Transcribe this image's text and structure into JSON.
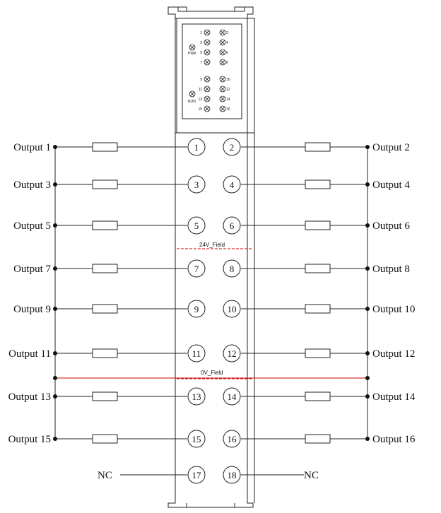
{
  "module": {
    "led_labels": {
      "pwr": "PWR",
      "run": "RUN"
    },
    "led_channels_top": [
      "1",
      "2",
      "3",
      "4",
      "5",
      "6",
      "7",
      "8"
    ],
    "led_channels_bottom": [
      "9",
      "10",
      "11",
      "12",
      "13",
      "14",
      "15",
      "16"
    ]
  },
  "separators": {
    "field_24v": "24V_Field",
    "field_0v": "0V_Field"
  },
  "rows": [
    {
      "left_label": "Output 1",
      "left_terminal": "1",
      "right_terminal": "2",
      "right_label": "Output 2"
    },
    {
      "left_label": "Output 3",
      "left_terminal": "3",
      "right_terminal": "4",
      "right_label": "Output 4"
    },
    {
      "left_label": "Output 5",
      "left_terminal": "5",
      "right_terminal": "6",
      "right_label": "Output 6"
    },
    {
      "left_label": "Output 7",
      "left_terminal": "7",
      "right_terminal": "8",
      "right_label": "Output 8"
    },
    {
      "left_label": "Output 9",
      "left_terminal": "9",
      "right_terminal": "10",
      "right_label": "Output 10"
    },
    {
      "left_label": "Output 11",
      "left_terminal": "11",
      "right_terminal": "12",
      "right_label": "Output 12"
    },
    {
      "left_label": "Output 13",
      "left_terminal": "13",
      "right_terminal": "14",
      "right_label": "Output 14"
    },
    {
      "left_label": "Output 15",
      "left_terminal": "15",
      "right_terminal": "16",
      "right_label": "Output 16"
    }
  ],
  "nc_row": {
    "left_label": "NC",
    "left_terminal": "17",
    "right_terminal": "18",
    "right_label": "NC"
  }
}
